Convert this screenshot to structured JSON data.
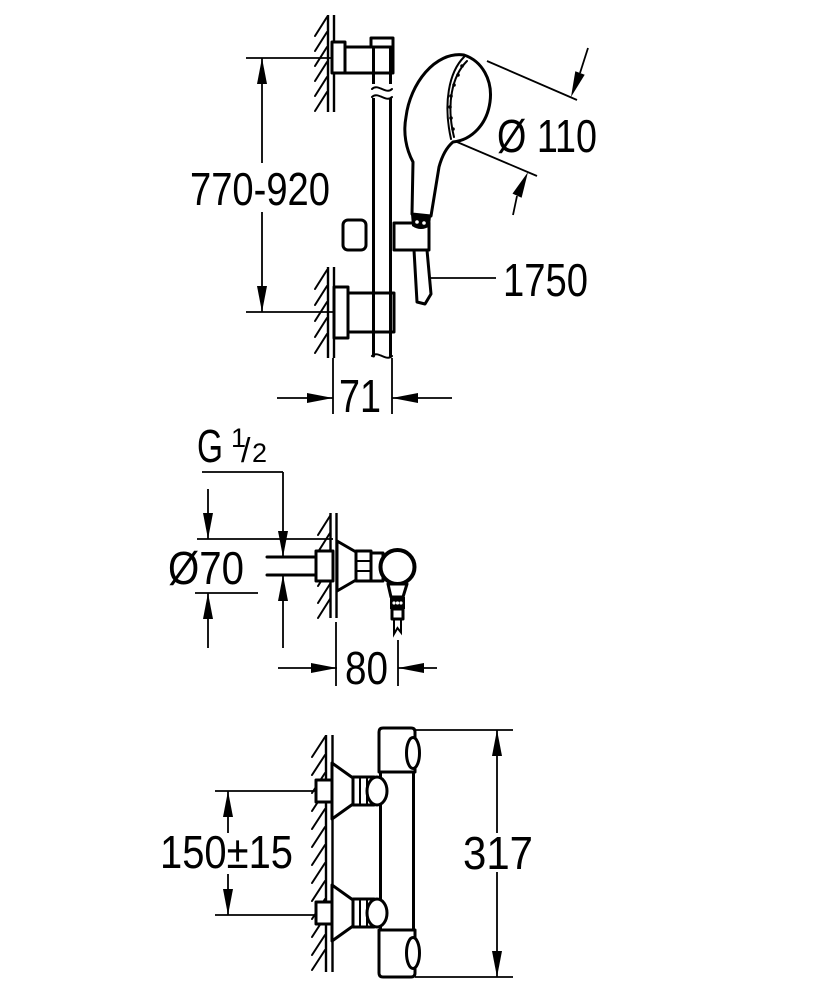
{
  "colors": {
    "ink": "#000000",
    "paper": "#ffffff"
  },
  "figures": {
    "shower_set": {
      "label": "shower-rail-set-side-view",
      "dims": {
        "height_range": "770-920",
        "head_diameter": "Ø 110",
        "hose_length": "1750",
        "rail_offset": "71"
      }
    },
    "exposed_valve": {
      "label": "shower-valve-side-view",
      "dims": {
        "thread_main": "G",
        "thread_sup": "1",
        "thread_slash": "/",
        "thread_sub": "2",
        "escutcheon_diameter": "Ø70",
        "wall_distance": "80"
      }
    },
    "thermostat": {
      "label": "thermostat-side-view",
      "dims": {
        "connection_spacing": "150±15",
        "overall_height": "317"
      }
    }
  }
}
